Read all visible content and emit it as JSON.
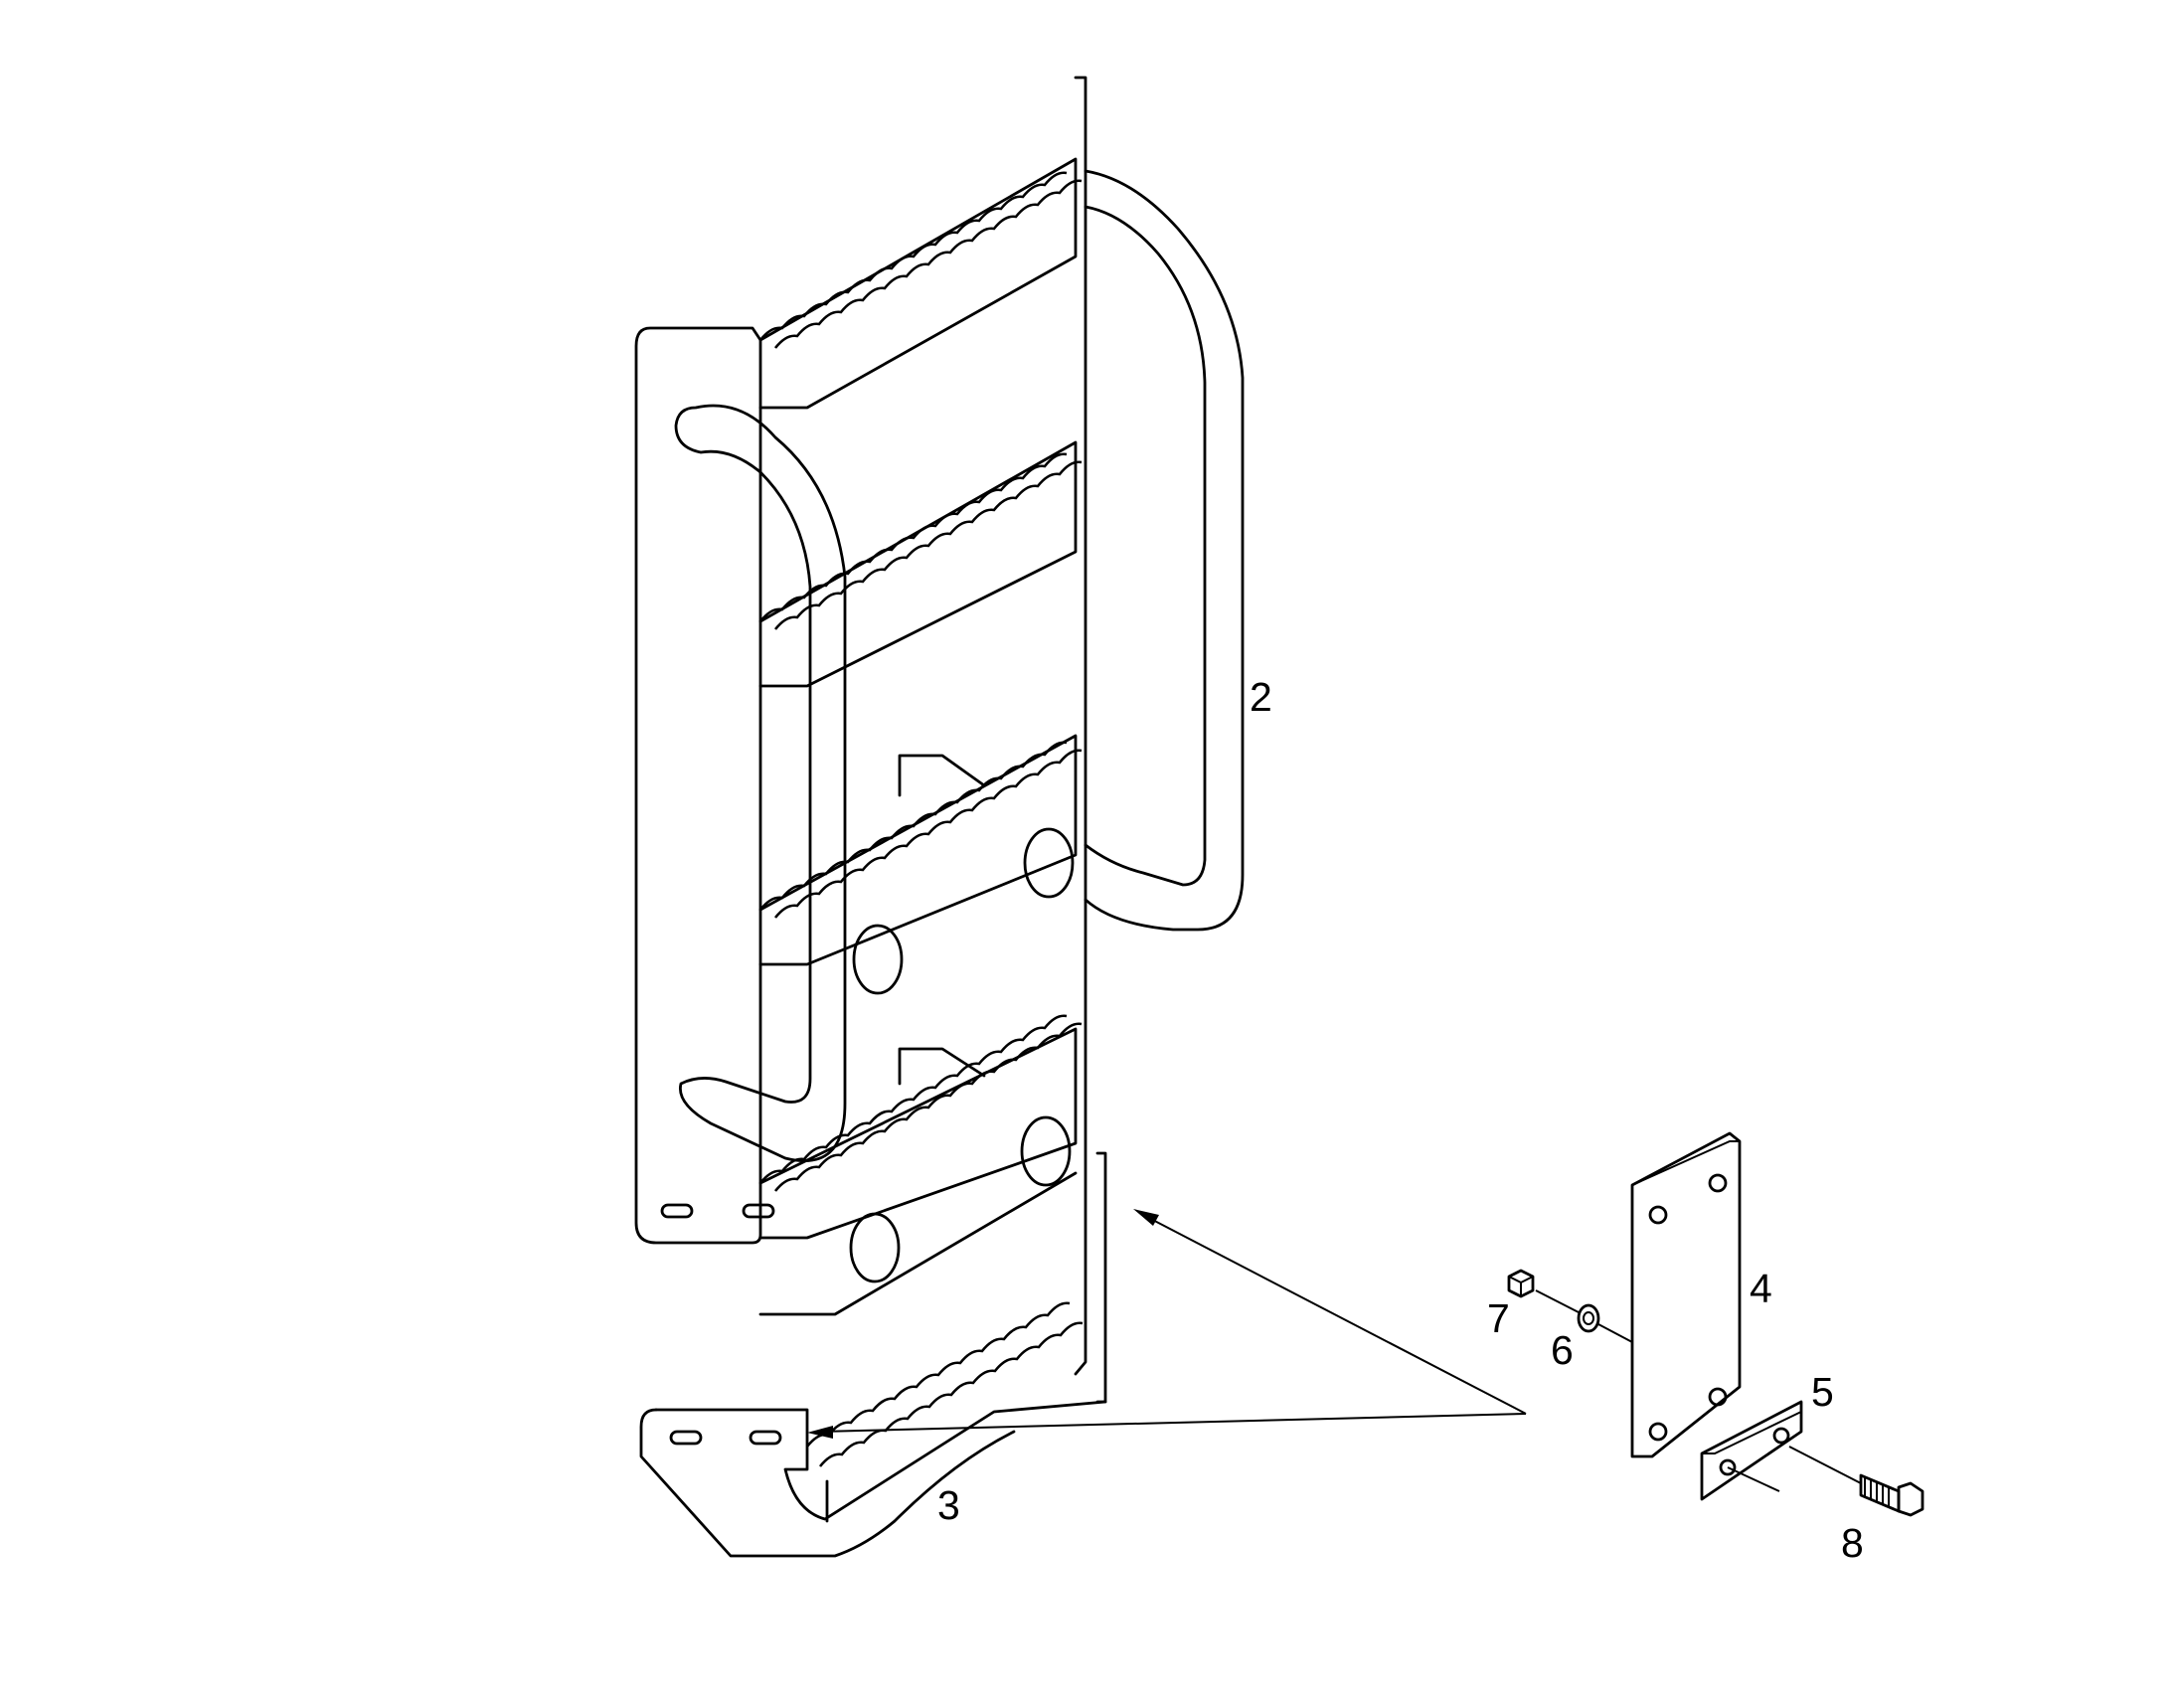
{
  "diagram": {
    "callouts": [
      "2",
      "3",
      "4",
      "5",
      "6",
      "7",
      "8"
    ],
    "line_color": "#000000",
    "background": "#ffffff"
  }
}
